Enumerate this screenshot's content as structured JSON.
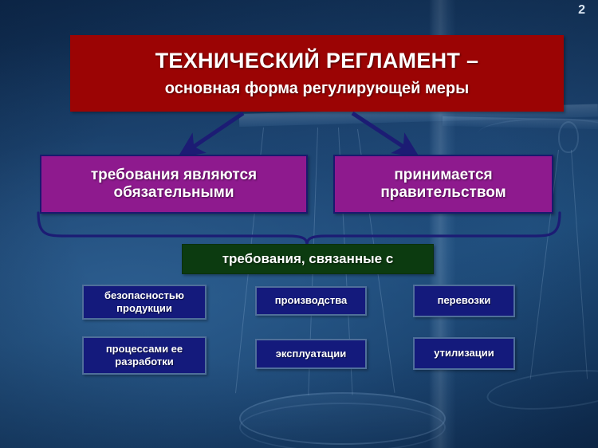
{
  "slide": {
    "page_number": "2",
    "background_icon": "balance-scales-photo",
    "colors": {
      "background_blue": "#1a4471",
      "title_red": "#9b0404",
      "purple": "#8e1a8e",
      "green": "#0c3b10",
      "navy_box": "#141a7c",
      "arrow_navy": "#1c1c74"
    }
  },
  "title": {
    "main": "ТЕХНИЧЕСКИЙ РЕГЛАМЕНТ –",
    "sub": "основная форма регулирующей меры"
  },
  "attributes": [
    {
      "id": "purple-left",
      "label": "требования являются обязательными"
    },
    {
      "id": "purple-right",
      "label": "принимается правительством"
    }
  ],
  "requirements_header": {
    "label": "требования, связанные с"
  },
  "requirements": [
    {
      "label": "безопасностью продукции"
    },
    {
      "label": "производства"
    },
    {
      "label": "перевозки"
    },
    {
      "label": "процессами ее разработки"
    },
    {
      "label": "эксплуатации"
    },
    {
      "label": "утилизации"
    }
  ]
}
